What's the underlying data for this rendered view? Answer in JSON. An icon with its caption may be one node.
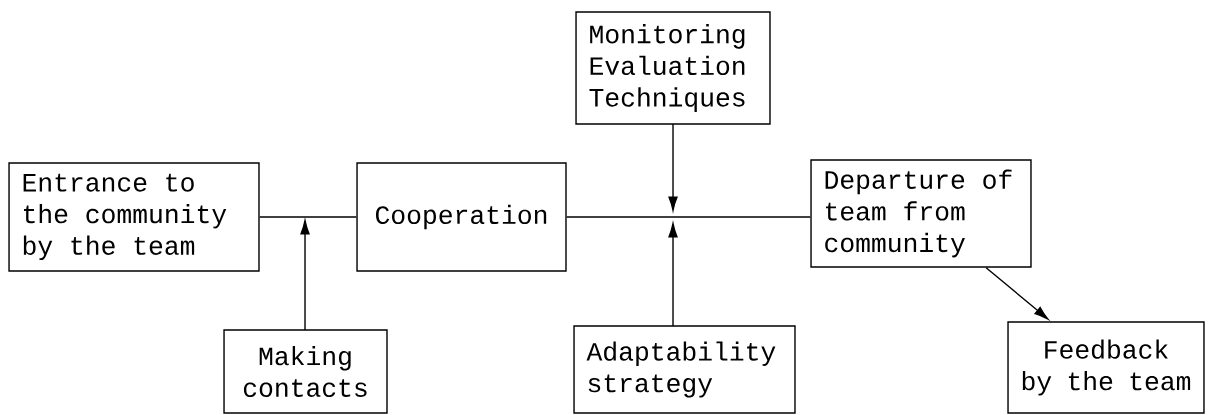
{
  "diagram": {
    "nodes": [
      {
        "text": [
          "Entrance to the community by the team"
        ]
      },
      {
        "text": [
          "Cooperation"
        ]
      },
      {
        "text": [
          "Monitoring Evaluation Techniques"
        ]
      },
      {
        "text": [
          "Departure of team from community"
        ]
      },
      {
        "text": [
          "Making contacts"
        ]
      },
      {
        "text": [
          "Adaptability strategy"
        ]
      },
      {
        "text": [
          "Feedback by the team"
        ]
      }
    ],
    "edges": [
      {
        "from": 0,
        "to": 1,
        "arrow": "none"
      },
      {
        "from": 4,
        "to": null,
        "arrow": "to"
      },
      {
        "from": 1,
        "to": 3,
        "arrow": "none"
      },
      {
        "from": 2,
        "to": null,
        "arrow": "to"
      },
      {
        "from": 5,
        "to": null,
        "arrow": "to"
      },
      {
        "from": 3,
        "to": 6,
        "arrow": "to"
      }
    ]
  }
}
